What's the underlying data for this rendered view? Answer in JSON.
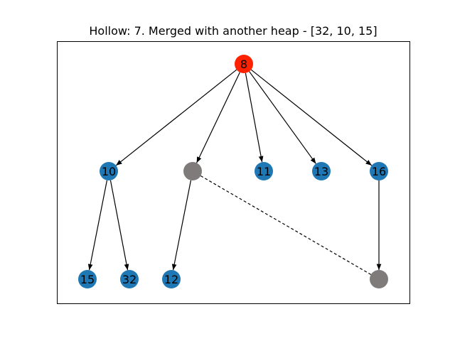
{
  "title": "Hollow: 7. Merged with another heap - [32, 10, 15]",
  "colors": {
    "root": "#ff2200",
    "normal": "#1f77b4",
    "hollow": "#7f7b7b",
    "edge": "#000000"
  },
  "nodes": [
    {
      "id": "n8",
      "label": "8",
      "kind": "root"
    },
    {
      "id": "n10",
      "label": "10",
      "kind": "normal"
    },
    {
      "id": "h1",
      "label": "",
      "kind": "hollow"
    },
    {
      "id": "n11",
      "label": "11",
      "kind": "normal"
    },
    {
      "id": "n13",
      "label": "13",
      "kind": "normal"
    },
    {
      "id": "n16",
      "label": "16",
      "kind": "normal"
    },
    {
      "id": "n15",
      "label": "15",
      "kind": "normal"
    },
    {
      "id": "n32",
      "label": "32",
      "kind": "normal"
    },
    {
      "id": "n12",
      "label": "12",
      "kind": "normal"
    },
    {
      "id": "h2",
      "label": "",
      "kind": "hollow"
    }
  ],
  "edges": [
    {
      "from": "n8",
      "to": "n10",
      "style": "solid"
    },
    {
      "from": "n8",
      "to": "h1",
      "style": "solid"
    },
    {
      "from": "n8",
      "to": "n11",
      "style": "solid"
    },
    {
      "from": "n8",
      "to": "n13",
      "style": "solid"
    },
    {
      "from": "n8",
      "to": "n16",
      "style": "solid"
    },
    {
      "from": "n10",
      "to": "n15",
      "style": "solid"
    },
    {
      "from": "n10",
      "to": "n32",
      "style": "solid"
    },
    {
      "from": "h1",
      "to": "n12",
      "style": "solid"
    },
    {
      "from": "n16",
      "to": "h2",
      "style": "solid"
    },
    {
      "from": "h1",
      "to": "h2",
      "style": "dashed"
    }
  ]
}
